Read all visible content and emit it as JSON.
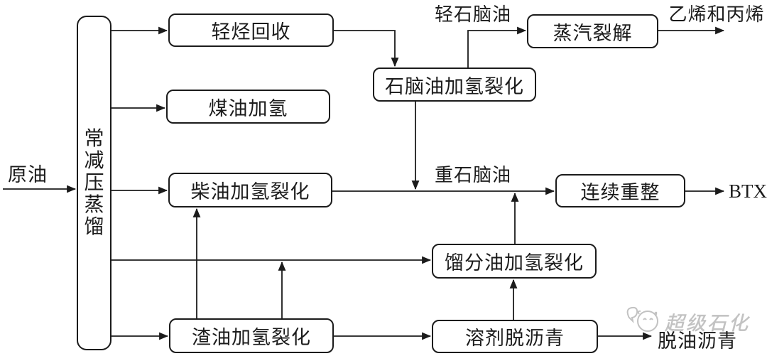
{
  "nodes": {
    "distillation": {
      "label": "常减压蒸馏"
    },
    "light_hydrocarbon_recovery": {
      "label": "轻烃回收"
    },
    "kerosene_hydrotreating": {
      "label": "煤油加氢"
    },
    "naphtha_hydrocracking": {
      "label": "石脑油加氢裂化"
    },
    "steam_cracking": {
      "label": "蒸汽裂解"
    },
    "diesel_hydrocracking": {
      "label": "柴油加氢裂化"
    },
    "continuous_reforming": {
      "label": "连续重整"
    },
    "distillate_hydrocracking": {
      "label": "馏分油加氢裂化"
    },
    "residue_hydrocracking": {
      "label": "渣油加氢裂化"
    },
    "solvent_deasphalting": {
      "label": "溶剂脱沥青"
    }
  },
  "stream_labels": {
    "crude_oil": "原油",
    "light_naphtha": "轻石脑油",
    "ethylene_propylene": "乙烯和丙烯",
    "heavy_naphtha": "重石脑油",
    "btx": "BTX",
    "deoiled_asphalt": "脱油沥青"
  },
  "edges": [
    {
      "from": "crude_oil",
      "to": "distillation"
    },
    {
      "from": "distillation",
      "to": "light_hydrocarbon_recovery"
    },
    {
      "from": "distillation",
      "to": "kerosene_hydrotreating"
    },
    {
      "from": "distillation",
      "to": "diesel_hydrocracking"
    },
    {
      "from": "distillation",
      "to": "distillate_hydrocracking"
    },
    {
      "from": "distillation",
      "to": "residue_hydrocracking"
    },
    {
      "from": "light_hydrocarbon_recovery",
      "to": "naphtha_hydrocracking"
    },
    {
      "from": "naphtha_hydrocracking",
      "to": "steam_cracking",
      "label": "轻石脑油"
    },
    {
      "from": "steam_cracking",
      "to": "ethylene_propylene"
    },
    {
      "from": "naphtha_hydrocracking",
      "to": "continuous_reforming",
      "label": "重石脑油"
    },
    {
      "from": "diesel_hydrocracking",
      "to": "continuous_reforming",
      "label": "重石脑油"
    },
    {
      "from": "distillate_hydrocracking",
      "to": "continuous_reforming",
      "label": "重石脑油"
    },
    {
      "from": "continuous_reforming",
      "to": "btx"
    },
    {
      "from": "residue_hydrocracking",
      "to": "diesel_hydrocracking"
    },
    {
      "from": "residue_hydrocracking",
      "to": "distillate_hydrocracking"
    },
    {
      "from": "residue_hydrocracking",
      "to": "solvent_deasphalting"
    },
    {
      "from": "solvent_deasphalting",
      "to": "distillate_hydrocracking"
    },
    {
      "from": "solvent_deasphalting",
      "to": "deoiled_asphalt"
    }
  ],
  "watermark": {
    "text": "超级石化"
  },
  "colors": {
    "line": "#1b1b1b",
    "background": "#ffffff",
    "watermark": "#c2c2c2"
  }
}
